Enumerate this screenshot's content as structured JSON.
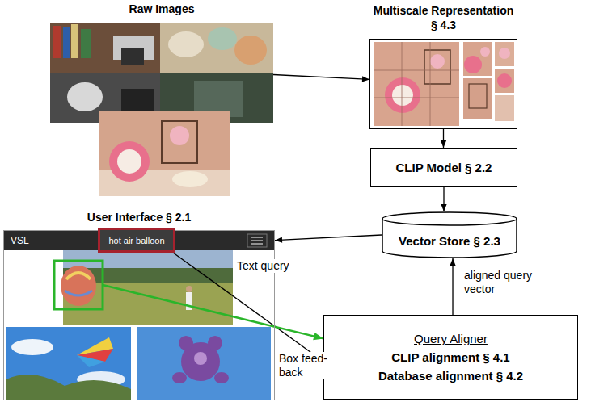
{
  "diagram": {
    "nodes": [
      {
        "text": [
          "Raw Images"
        ]
      },
      {
        "text": [
          "Multiscale Representation § 4.3"
        ]
      },
      {
        "text": [
          "CLIP Model § 2.2"
        ]
      },
      {
        "text": [
          "Vector Store § 2.3"
        ]
      },
      {
        "text": [
          "User Interface § 2.1",
          "VSL"
        ]
      },
      {
        "text": [
          "hot air balloon"
        ],
        "in": 4
      },
      {
        "text": [
          "Query Aligner",
          "CLIP alignment § 4.1",
          "Database alignment § 4.2"
        ]
      }
    ],
    "edges": [
      {
        "from": 0,
        "to": 1,
        "arrow": "to"
      },
      {
        "from": 1,
        "to": 2,
        "arrow": "to"
      },
      {
        "from": 2,
        "to": 3,
        "arrow": "to"
      },
      {
        "from": 3,
        "to": 4,
        "arrow": "to"
      },
      {
        "from": 5,
        "to": 6,
        "arrow": "to",
        "label": "Text query"
      },
      {
        "from": 4,
        "to": 6,
        "arrow": "to",
        "label": "Box feed- back"
      },
      {
        "from": 6,
        "to": 3,
        "arrow": "to",
        "label": "aligned query vector"
      }
    ]
  }
}
